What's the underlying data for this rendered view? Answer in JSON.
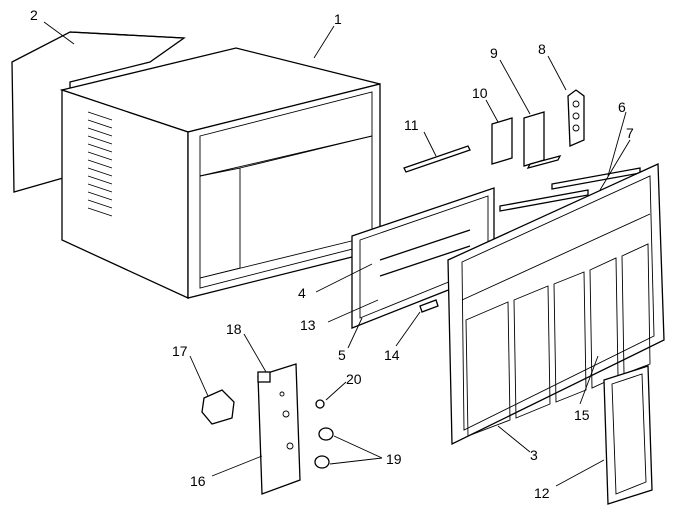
{
  "callouts": {
    "c1": "1",
    "c2": "2",
    "c3": "3",
    "c4": "4",
    "c5": "5",
    "c6": "6",
    "c7": "7",
    "c8": "8",
    "c9": "9",
    "c10": "10",
    "c11": "11",
    "c12": "12",
    "c13": "13",
    "c14": "14",
    "c15": "15",
    "c16": "16",
    "c17": "17",
    "c18": "18",
    "c19": "19",
    "c20": "20"
  },
  "colors": {
    "ink": "#000000",
    "paper": "#ffffff"
  }
}
